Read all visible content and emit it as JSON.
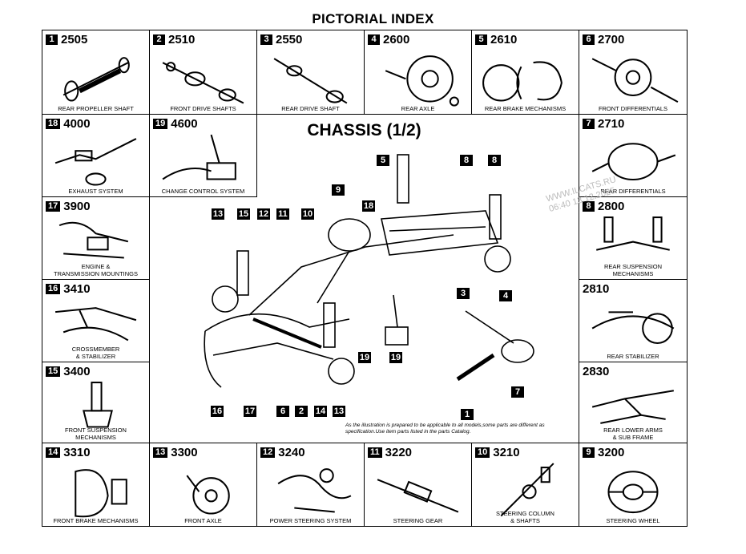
{
  "title": "PICTORIAL INDEX",
  "center": {
    "title": "CHASSIS (1/2)",
    "note": "As the illustration is prepared to be applicable to all models,some parts are different as specification.Use item parts listed in the parts Catalog.",
    "callouts": [
      "5",
      "8",
      "8",
      "9",
      "18",
      "13",
      "15",
      "12",
      "11",
      "10",
      "3",
      "4",
      "19",
      "19",
      "7",
      "1",
      "16",
      "17",
      "6",
      "2",
      "14",
      "13"
    ]
  },
  "watermark": [
    "WWW.ILCATS.RU",
    "06:40 13.12.2025"
  ],
  "cells": {
    "c1": {
      "num": "1",
      "code": "2505",
      "caption": "REAR PROPELLER SHAFT"
    },
    "c2": {
      "num": "2",
      "code": "2510",
      "caption": "FRONT DRIVE SHAFTS"
    },
    "c3": {
      "num": "3",
      "code": "2550",
      "caption": "REAR DRIVE SHAFT"
    },
    "c4": {
      "num": "4",
      "code": "2600",
      "caption": "REAR AXLE"
    },
    "c5": {
      "num": "5",
      "code": "2610",
      "caption": "REAR BRAKE MECHANISMS"
    },
    "c6": {
      "num": "6",
      "code": "2700",
      "caption": "FRONT DIFFERENTIALS"
    },
    "c7": {
      "num": "7",
      "code": "2710",
      "caption": "REAR DIFFERENTIALS"
    },
    "c8": {
      "num": "8",
      "code": "2800",
      "caption": "REAR SUSPENSION\nMECHANISMS"
    },
    "c8b": {
      "num": "",
      "code": "2810",
      "caption": "REAR STABILIZER"
    },
    "c8c": {
      "num": "",
      "code": "2830",
      "caption": "REAR LOWER ARMS\n& SUB FRAME"
    },
    "c9": {
      "num": "9",
      "code": "3200",
      "caption": "STEERING WHEEL"
    },
    "c10": {
      "num": "10",
      "code": "3210",
      "caption": "STEERING COLUMN\n& SHAFTS"
    },
    "c11": {
      "num": "11",
      "code": "3220",
      "caption": "STEERING GEAR"
    },
    "c12": {
      "num": "12",
      "code": "3240",
      "caption": "POWER STEERING SYSTEM"
    },
    "c13": {
      "num": "13",
      "code": "3300",
      "caption": "FRONT AXLE"
    },
    "c14": {
      "num": "14",
      "code": "3310",
      "caption": "FRONT BRAKE MECHANISMS"
    },
    "c15": {
      "num": "15",
      "code": "3400",
      "caption": "FRONT SUSPENSION\nMECHANISMS"
    },
    "c16": {
      "num": "16",
      "code": "3410",
      "caption": "CROSSMEMBER\n& STABILIZER"
    },
    "c17": {
      "num": "17",
      "code": "3900",
      "caption": "ENGINE &\nTRANSMISSION MOUNTINGS"
    },
    "c18": {
      "num": "18",
      "code": "4000",
      "caption": "EXHAUST SYSTEM"
    },
    "c19": {
      "num": "19",
      "code": "4600",
      "caption": "CHANGE CONTROL SYSTEM"
    }
  }
}
